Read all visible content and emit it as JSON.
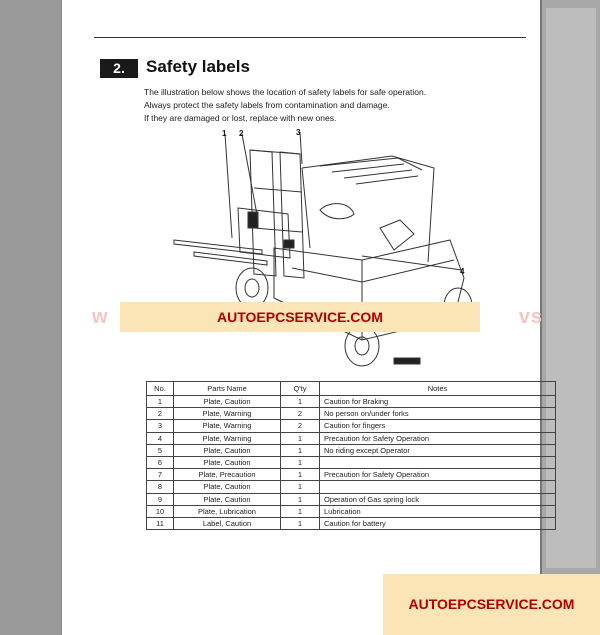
{
  "section": {
    "number": "2.",
    "title": "Safety labels"
  },
  "intro": [
    "The illustration below shows the location of safety labels for safe operation.",
    "Always protect the safety labels from contamination and damage.",
    "If they are damaged or lost, replace with new ones."
  ],
  "callouts": [
    "1",
    "2",
    "3",
    "4"
  ],
  "watermark": {
    "left": "w",
    "right": "vs",
    "banner": "AUTOEPCSERVICE.COM"
  },
  "table": {
    "headers": [
      "No.",
      "Parts Name",
      "Q'ty",
      "Notes"
    ],
    "rows": [
      [
        "1",
        "Plate, Caution",
        "1",
        "Caution for Braking"
      ],
      [
        "2",
        "Plate, Warning",
        "2",
        "No person on/under forks"
      ],
      [
        "3",
        "Plate, Warning",
        "2",
        "Caution for fingers"
      ],
      [
        "4",
        "Plate, Warning",
        "1",
        "Precaution for Safety Operation"
      ],
      [
        "5",
        "Plate, Caution",
        "1",
        "No riding except Operator"
      ],
      [
        "6",
        "Plate, Caution",
        "1",
        ""
      ],
      [
        "7",
        "Plate, Precaution",
        "1",
        "Precaution for Safety Operation"
      ],
      [
        "8",
        "Plate, Caution",
        "1",
        ""
      ],
      [
        "9",
        "Plate, Caution",
        "1",
        "Operation of Gas spring lock"
      ],
      [
        "10",
        "Plate, Lubrication",
        "1",
        "Lubrication"
      ],
      [
        "11",
        "Label, Caution",
        "1",
        "Caution for battery"
      ]
    ]
  },
  "footer_banner": "AUTOEPCSERVICE.COM"
}
